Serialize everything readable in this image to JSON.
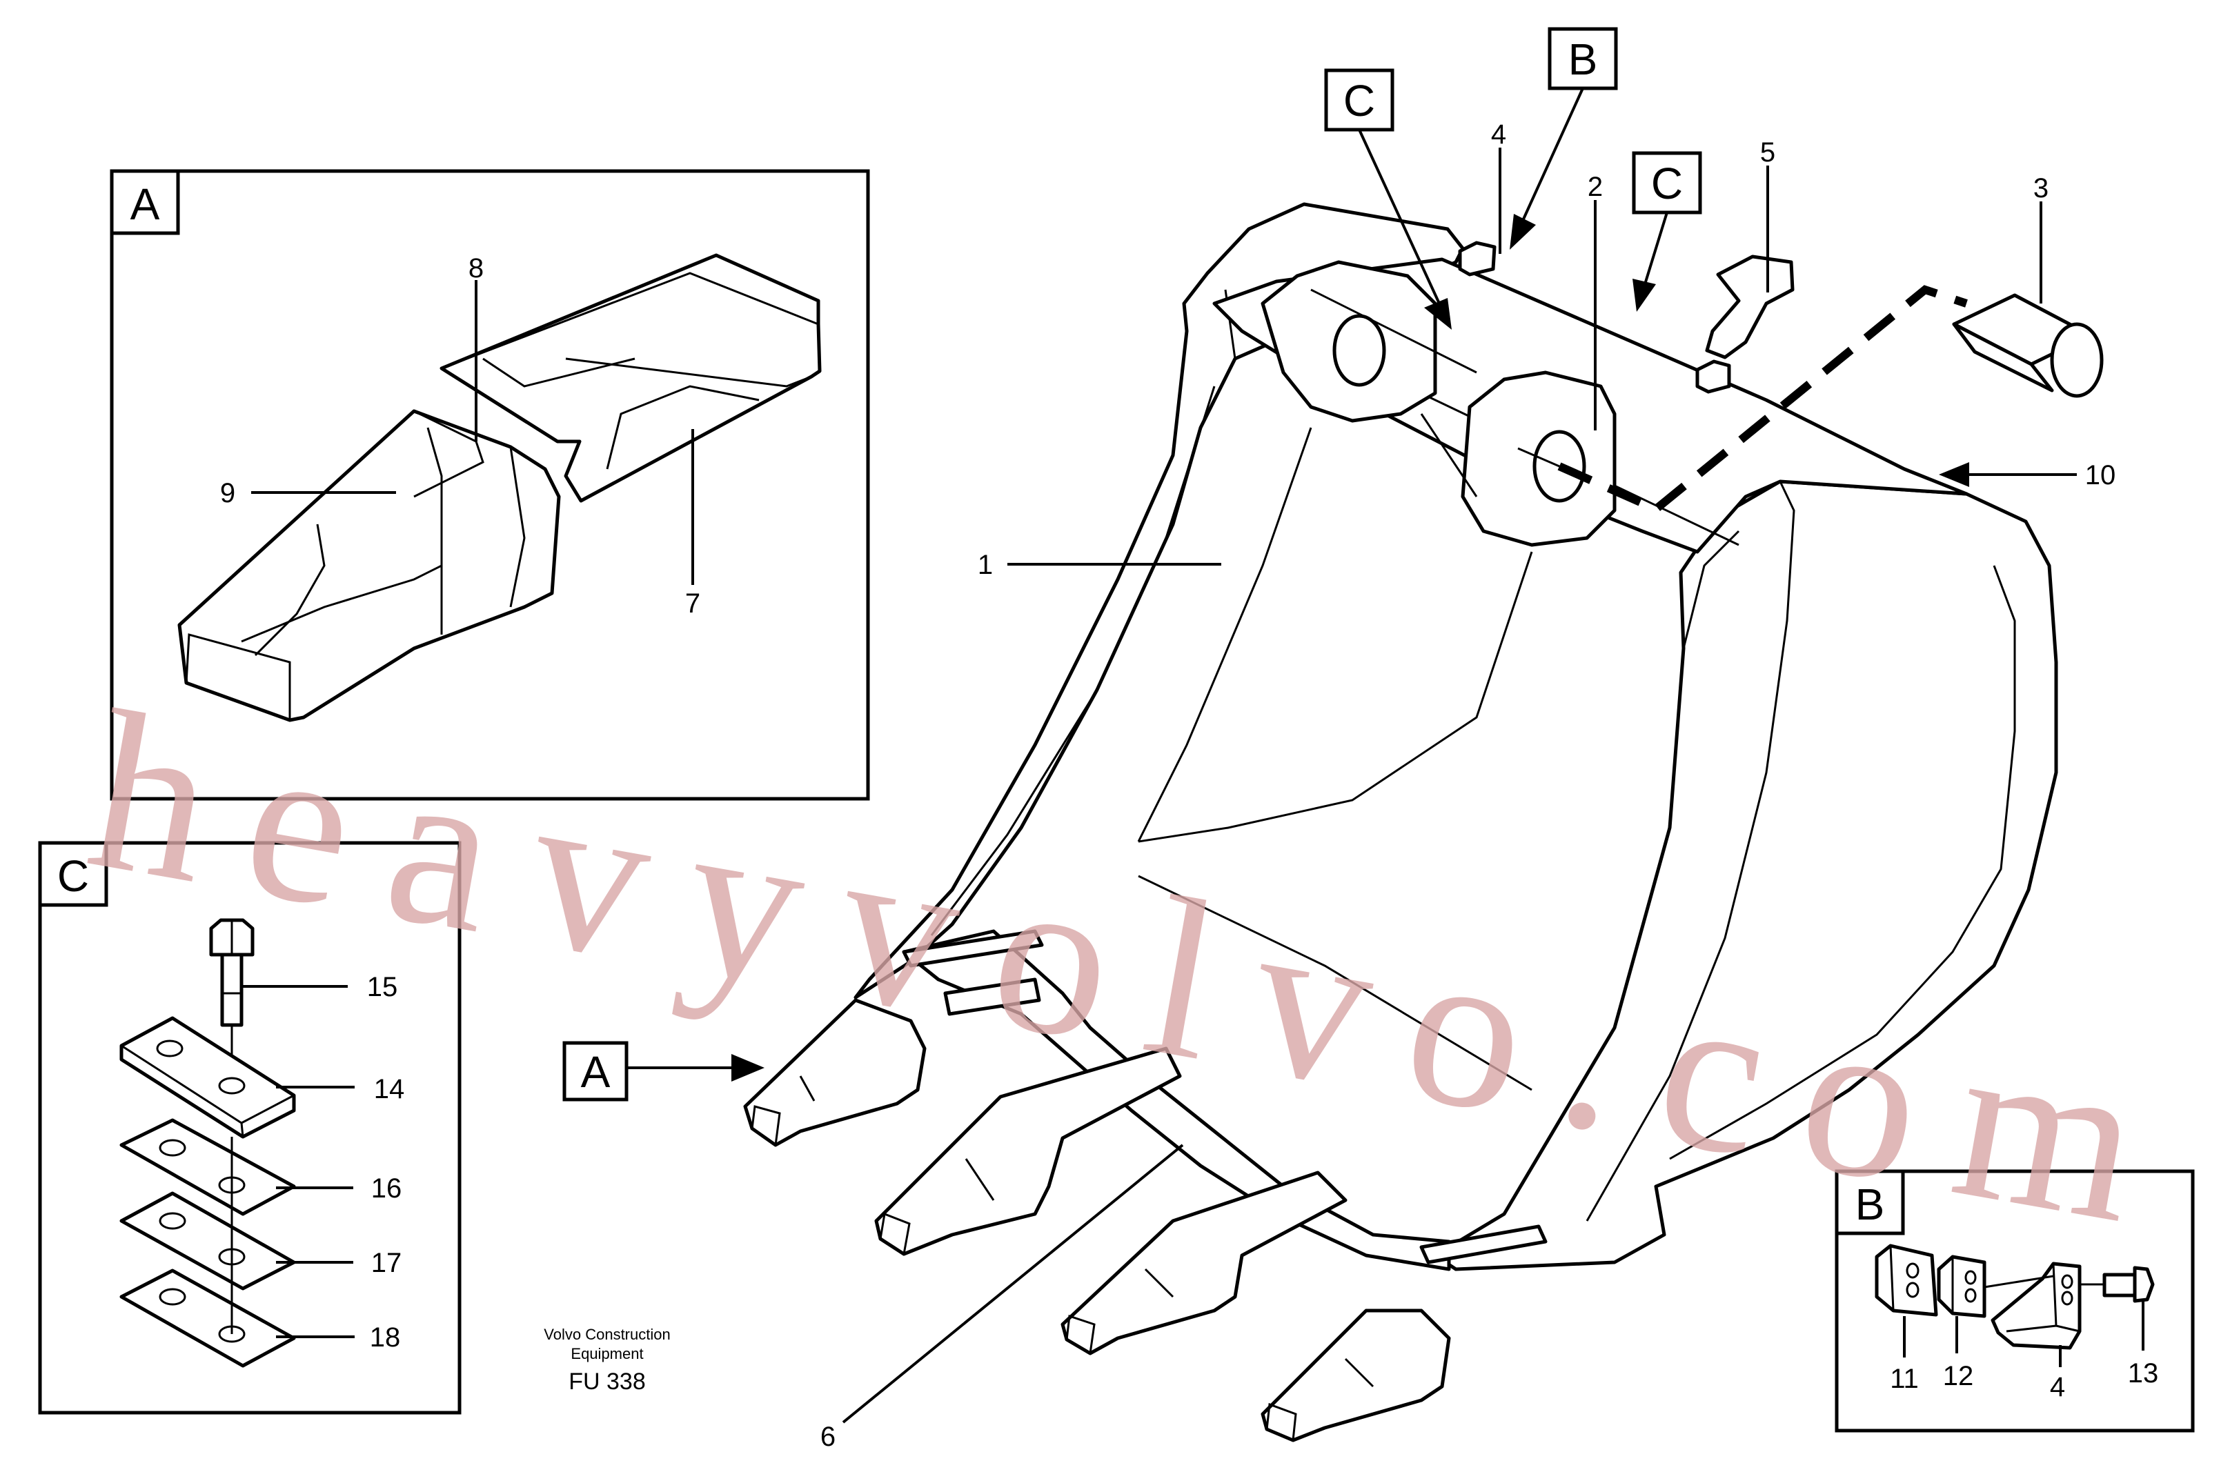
{
  "diagram": {
    "views": {
      "A": "A",
      "B": "B",
      "C": "C"
    },
    "callouts": {
      "c1": "1",
      "c2": "2",
      "c3": "3",
      "c4": "4",
      "c5": "5",
      "c6": "6",
      "c7": "7",
      "c8": "8",
      "c9": "9",
      "c10": "10",
      "c11": "11",
      "c12": "12",
      "c13": "13",
      "c14": "14",
      "c15": "15",
      "c16": "16",
      "c17": "17",
      "c18": "18",
      "c4b": "4"
    },
    "credit_line1": "Volvo Construction",
    "credit_line2": "Equipment",
    "figure_code": "FU 338",
    "watermark": "heavyvolvo.com"
  }
}
